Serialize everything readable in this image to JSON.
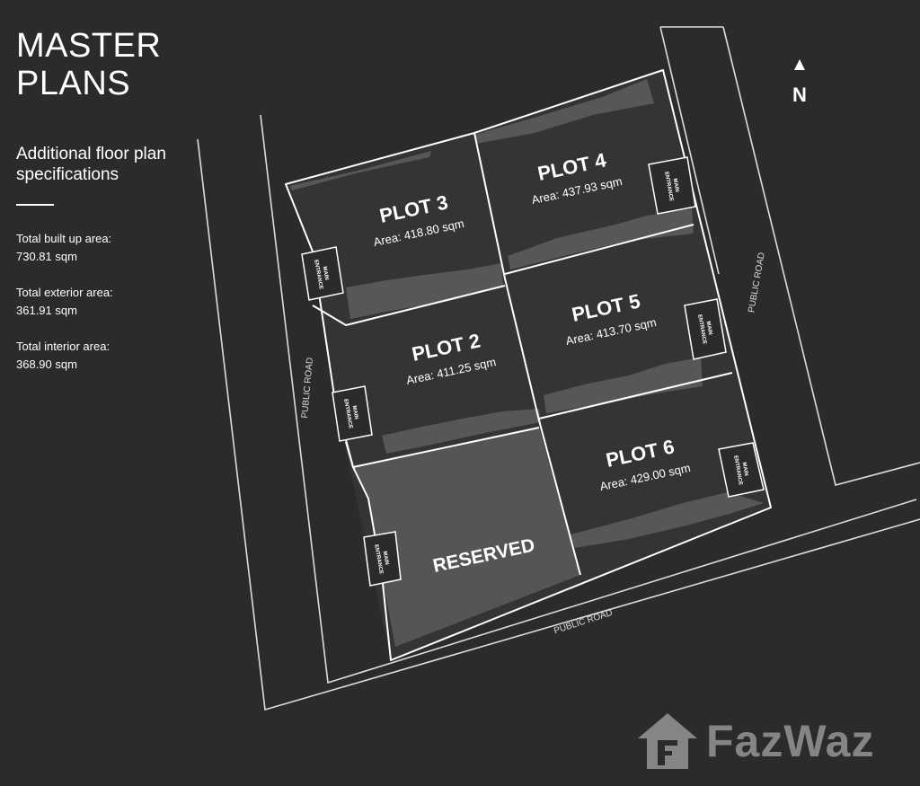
{
  "header": {
    "title_line1": "MASTER",
    "title_line2": "PLANS"
  },
  "subtitle": "Additional floor plan specifications",
  "specs": [
    {
      "label": "Total built up area:",
      "value": "730.81 sqm"
    },
    {
      "label": "Total exterior area:",
      "value": "361.91 sqm"
    },
    {
      "label": "Total interior area:",
      "value": "368.90 sqm"
    }
  ],
  "north": "N",
  "roads": {
    "west": "PUBLIC ROAD",
    "east": "PUBLIC ROAD",
    "south": "PUBLIC ROAD"
  },
  "entrance": {
    "line1": "MAIN",
    "line2": "ENTRANCE"
  },
  "plots": [
    {
      "name": "PLOT 3",
      "area": "Area: 418.80 sqm"
    },
    {
      "name": "PLOT 4",
      "area": "Area: 437.93 sqm"
    },
    {
      "name": "PLOT 2",
      "area": "Area: 411.25 sqm"
    },
    {
      "name": "PLOT 5",
      "area": "Area: 413.70 sqm"
    },
    {
      "name": "PLOT 6",
      "area": "Area: 429.00 sqm"
    }
  ],
  "reserved": "RESERVED",
  "watermark": "FazWaz",
  "colors": {
    "background": "#2b2b2b",
    "plot": "#343434",
    "shade": "#585858",
    "reserved": "#555555",
    "line": "#ffffff"
  }
}
